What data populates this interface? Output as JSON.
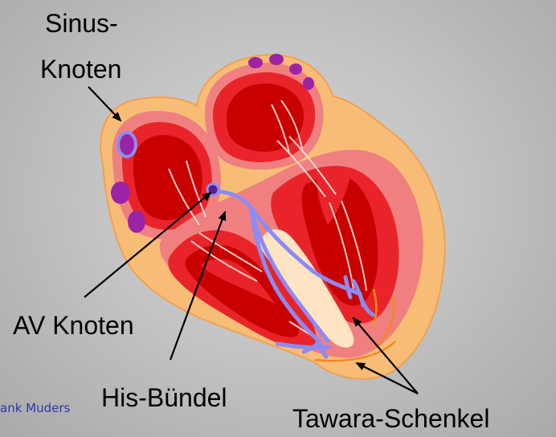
{
  "labels": {
    "sinus_line1": "Sinus-",
    "sinus_line2": "Knoten",
    "av": "AV Knoten",
    "his": "His-Bündel",
    "tawara": "Tawara-Schenkel"
  },
  "credit": "ank Muders",
  "colors": {
    "background": "#c8c8c8",
    "outer_wall": "#f7bd77",
    "muscle_pink": "#f08080",
    "muscle_red": "#e8242a",
    "chamber_dark": "#c80000",
    "conduction_blue": "#8c8cf0",
    "node_purple": "#9c22a6",
    "septum_highlight": "#ffe4c4",
    "credit_text": "#2b35b0"
  }
}
